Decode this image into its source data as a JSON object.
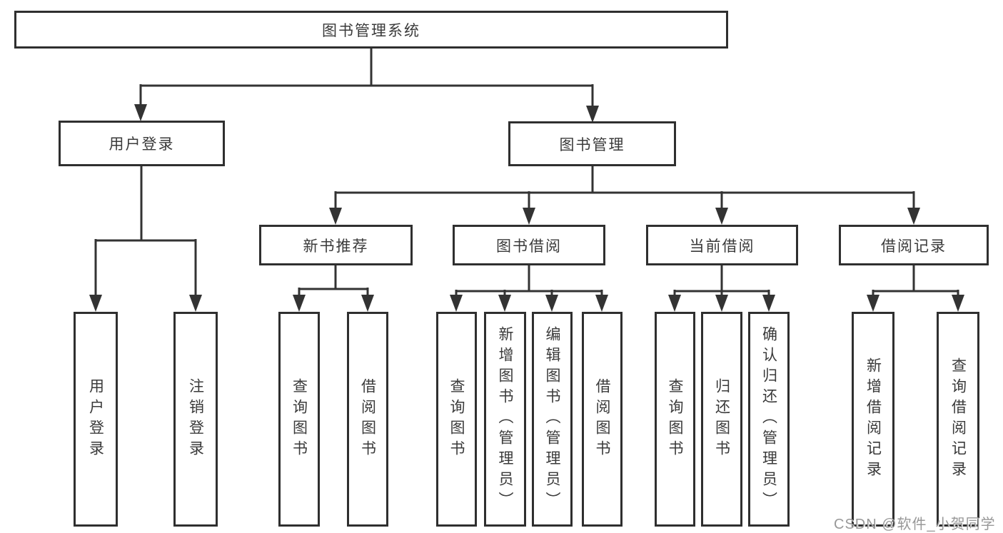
{
  "diagram": {
    "title": "图书管理系统",
    "tree": {
      "root": {
        "label": "图书管理系统"
      },
      "branches": [
        {
          "label": "用户登录",
          "children": [
            {
              "label": "用户登录"
            },
            {
              "label": "注销登录"
            }
          ]
        },
        {
          "label": "图书管理",
          "children": [
            {
              "label": "新书推荐",
              "children": [
                {
                  "label": "查询图书"
                },
                {
                  "label": "借阅图书"
                }
              ]
            },
            {
              "label": "图书借阅",
              "children": [
                {
                  "label": "查询图书"
                },
                {
                  "label": "新增图书（管理员）"
                },
                {
                  "label": "编辑图书（管理员）"
                },
                {
                  "label": "借阅图书"
                }
              ]
            },
            {
              "label": "当前借阅",
              "children": [
                {
                  "label": "查询图书"
                },
                {
                  "label": "归还图书"
                },
                {
                  "label": "确认归还（管理员）"
                }
              ]
            },
            {
              "label": "借阅记录",
              "children": [
                {
                  "label": "新增借阅记录"
                },
                {
                  "label": "查询借阅记录"
                }
              ]
            }
          ]
        }
      ]
    },
    "colors": {
      "line": "#333333",
      "box_border": "#2f2f2f",
      "box_background": "#ffffff",
      "text": "#3a3a3a",
      "watermark": "#989898"
    }
  },
  "watermark": {
    "text": "CSDN @软件_小贺同学"
  }
}
